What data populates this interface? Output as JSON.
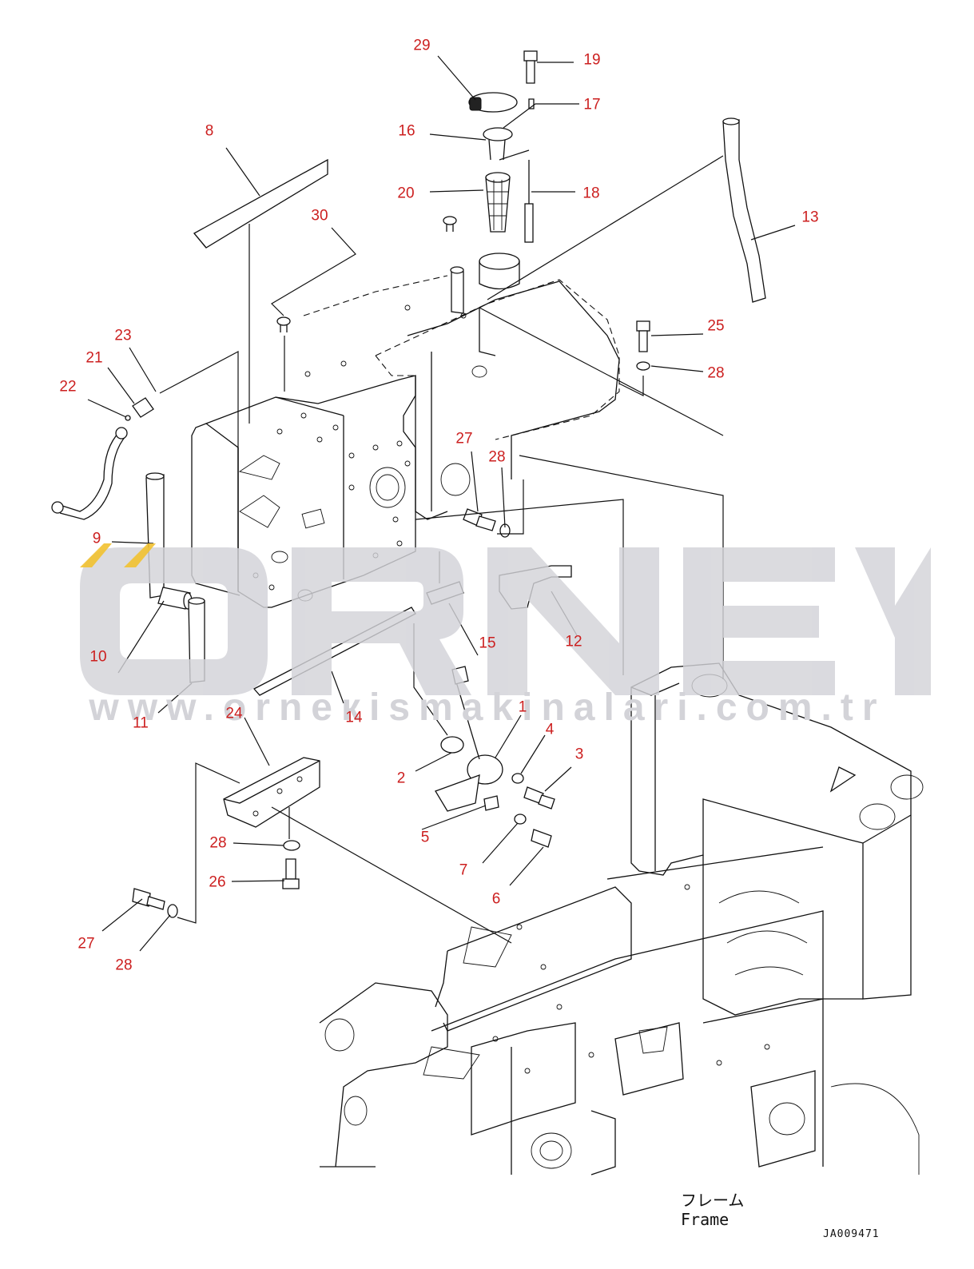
{
  "labels": {
    "p1": "1",
    "p2": "2",
    "p3": "3",
    "p4": "4",
    "p5": "5",
    "p6": "6",
    "p7": "7",
    "p8": "8",
    "p9": "9",
    "p10": "10",
    "p11": "11",
    "p12": "12",
    "p13": "13",
    "p14": "14",
    "p15": "15",
    "p16": "16",
    "p17": "17",
    "p18": "18",
    "p19": "19",
    "p20": "20",
    "p21": "21",
    "p22": "22",
    "p23": "23",
    "p24": "24",
    "p25": "25",
    "p26": "26",
    "p27a": "27",
    "p27b": "27",
    "p28a": "28",
    "p28b": "28",
    "p28c": "28",
    "p28d": "28",
    "p29": "29",
    "p30": "30"
  },
  "frame_label_jp": "フレーム",
  "frame_label_en": "Frame",
  "drawing_id": "JA009471",
  "watermark": {
    "brand": "ORNEK",
    "url": "www.orneкismakinalari.com.tr"
  },
  "colors": {
    "label": "#cc1f1f",
    "line": "#111111",
    "watermark": "#d3d3d8",
    "watermark_accent": "#f2c230"
  }
}
